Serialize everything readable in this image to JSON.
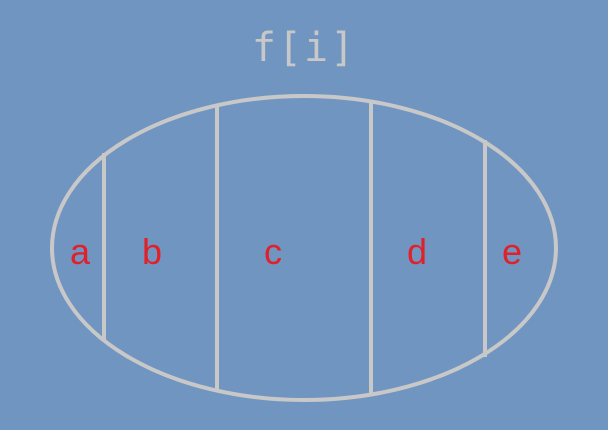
{
  "diagram": {
    "title": "f[i]",
    "regions": [
      {
        "label": "a"
      },
      {
        "label": "b"
      },
      {
        "label": "c"
      },
      {
        "label": "d"
      },
      {
        "label": "e"
      }
    ],
    "colors": {
      "background": "#7195c1",
      "outline": "#c8c8c8",
      "label": "#e0212a"
    }
  }
}
